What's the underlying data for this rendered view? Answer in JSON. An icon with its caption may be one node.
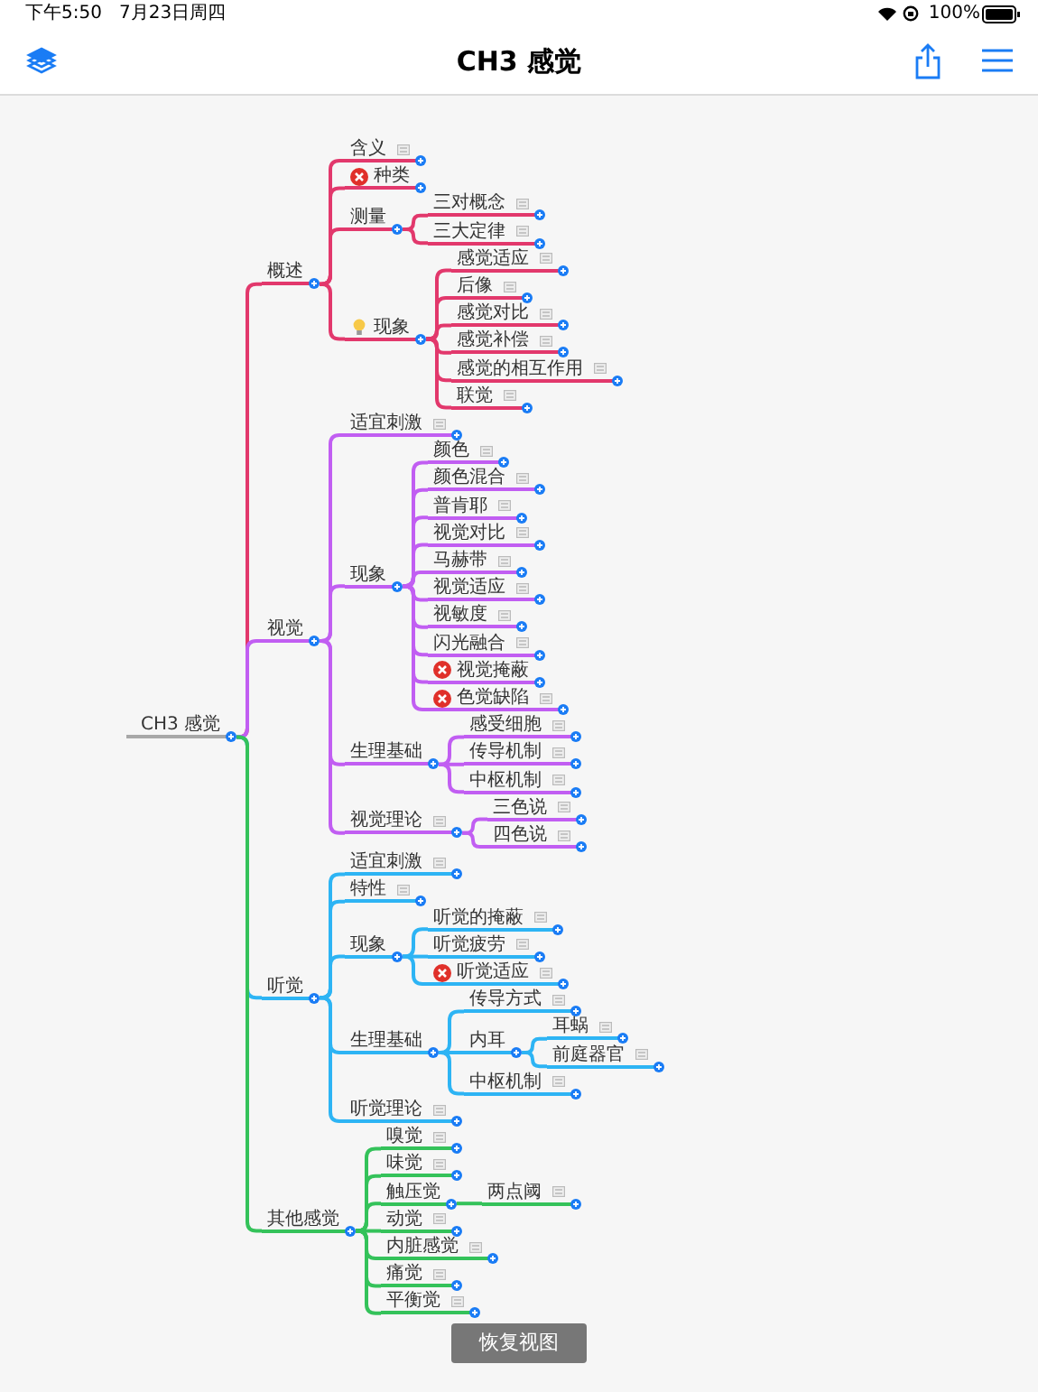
{
  "diagram": {
    "title": "CH3 感觉",
    "nodes": [
      {
        "text": [
          "CH3 感觉"
        ]
      },
      {
        "text": [
          "概述"
        ]
      },
      {
        "text": [
          "含义"
        ]
      },
      {
        "text": [
          "种类"
        ]
      },
      {
        "text": [
          "测量"
        ]
      },
      {
        "text": [
          "三对概念"
        ]
      },
      {
        "text": [
          "三大定律"
        ]
      },
      {
        "text": [
          "现象"
        ]
      },
      {
        "text": [
          "感觉适应"
        ]
      },
      {
        "text": [
          "后像"
        ]
      },
      {
        "text": [
          "感觉对比"
        ]
      },
      {
        "text": [
          "感觉补偿"
        ]
      },
      {
        "text": [
          "感觉的相互作用"
        ]
      },
      {
        "text": [
          "联觉"
        ]
      },
      {
        "text": [
          "视觉"
        ]
      },
      {
        "text": [
          "适宜刺激"
        ]
      },
      {
        "text": [
          "现象"
        ]
      },
      {
        "text": [
          "颜色"
        ]
      },
      {
        "text": [
          "颜色混合"
        ]
      },
      {
        "text": [
          "普肯耶"
        ]
      },
      {
        "text": [
          "视觉对比"
        ]
      },
      {
        "text": [
          "马赫带"
        ]
      },
      {
        "text": [
          "视觉适应"
        ]
      },
      {
        "text": [
          "视敏度"
        ]
      },
      {
        "text": [
          "闪光融合"
        ]
      },
      {
        "text": [
          "视觉掩蔽"
        ]
      },
      {
        "text": [
          "色觉缺陷"
        ]
      },
      {
        "text": [
          "生理基础"
        ]
      },
      {
        "text": [
          "感受细胞"
        ]
      },
      {
        "text": [
          "传导机制"
        ]
      },
      {
        "text": [
          "中枢机制"
        ]
      },
      {
        "text": [
          "视觉理论"
        ]
      },
      {
        "text": [
          "三色说"
        ]
      },
      {
        "text": [
          "四色说"
        ]
      },
      {
        "text": [
          "听觉"
        ]
      },
      {
        "text": [
          "适宜刺激"
        ]
      },
      {
        "text": [
          "特性"
        ]
      },
      {
        "text": [
          "现象"
        ]
      },
      {
        "text": [
          "听觉的掩蔽"
        ]
      },
      {
        "text": [
          "听觉疲劳"
        ]
      },
      {
        "text": [
          "听觉适应"
        ]
      },
      {
        "text": [
          "生理基础"
        ]
      },
      {
        "text": [
          "传导方式"
        ]
      },
      {
        "text": [
          "内耳"
        ]
      },
      {
        "text": [
          "耳蜗"
        ]
      },
      {
        "text": [
          "前庭器官"
        ]
      },
      {
        "text": [
          "中枢机制"
        ]
      },
      {
        "text": [
          "听觉理论"
        ]
      },
      {
        "text": [
          "其他感觉"
        ]
      },
      {
        "text": [
          "嗅觉"
        ]
      },
      {
        "text": [
          "味觉"
        ]
      },
      {
        "text": [
          "触压觉"
        ]
      },
      {
        "text": [
          "两点阈"
        ]
      },
      {
        "text": [
          "动觉"
        ]
      },
      {
        "text": [
          "内脏感觉"
        ]
      },
      {
        "text": [
          "痛觉"
        ]
      },
      {
        "text": [
          "平衡觉"
        ]
      }
    ],
    "edges": [
      {
        "from": 0,
        "to": 1,
        "arrow": "none",
        "color": "#e2386c"
      },
      {
        "from": 1,
        "to": 2,
        "arrow": "none",
        "color": "#e2386c"
      },
      {
        "from": 1,
        "to": 3,
        "arrow": "none",
        "color": "#e2386c"
      },
      {
        "from": 1,
        "to": 4,
        "arrow": "none",
        "color": "#e2386c"
      },
      {
        "from": 4,
        "to": 5,
        "arrow": "none",
        "color": "#e2386c"
      },
      {
        "from": 4,
        "to": 6,
        "arrow": "none",
        "color": "#e2386c"
      },
      {
        "from": 1,
        "to": 7,
        "arrow": "none",
        "color": "#e2386c"
      },
      {
        "from": 7,
        "to": 8,
        "arrow": "none",
        "color": "#e2386c"
      },
      {
        "from": 7,
        "to": 9,
        "arrow": "none",
        "color": "#e2386c"
      },
      {
        "from": 7,
        "to": 10,
        "arrow": "none",
        "color": "#e2386c"
      },
      {
        "from": 7,
        "to": 11,
        "arrow": "none",
        "color": "#e2386c"
      },
      {
        "from": 7,
        "to": 12,
        "arrow": "none",
        "color": "#e2386c"
      },
      {
        "from": 7,
        "to": 13,
        "arrow": "none",
        "color": "#e2386c"
      },
      {
        "from": 0,
        "to": 14,
        "arrow": "none",
        "color": "#c15ef2"
      },
      {
        "from": 14,
        "to": 15,
        "arrow": "none",
        "color": "#c15ef2"
      },
      {
        "from": 14,
        "to": 16,
        "arrow": "none",
        "color": "#c15ef2"
      },
      {
        "from": 16,
        "to": 17,
        "arrow": "none",
        "color": "#c15ef2"
      },
      {
        "from": 16,
        "to": 18,
        "arrow": "none",
        "color": "#c15ef2"
      },
      {
        "from": 16,
        "to": 19,
        "arrow": "none",
        "color": "#c15ef2"
      },
      {
        "from": 16,
        "to": 20,
        "arrow": "none",
        "color": "#c15ef2"
      },
      {
        "from": 16,
        "to": 21,
        "arrow": "none",
        "color": "#c15ef2"
      },
      {
        "from": 16,
        "to": 22,
        "arrow": "none",
        "color": "#c15ef2"
      },
      {
        "from": 16,
        "to": 23,
        "arrow": "none",
        "color": "#c15ef2"
      },
      {
        "from": 16,
        "to": 24,
        "arrow": "none",
        "color": "#c15ef2"
      },
      {
        "from": 16,
        "to": 25,
        "arrow": "none",
        "color": "#c15ef2"
      },
      {
        "from": 16,
        "to": 26,
        "arrow": "none",
        "color": "#c15ef2"
      },
      {
        "from": 14,
        "to": 27,
        "arrow": "none",
        "color": "#c15ef2"
      },
      {
        "from": 27,
        "to": 28,
        "arrow": "none",
        "color": "#c15ef2"
      },
      {
        "from": 27,
        "to": 29,
        "arrow": "none",
        "color": "#c15ef2"
      },
      {
        "from": 27,
        "to": 30,
        "arrow": "none",
        "color": "#c15ef2"
      },
      {
        "from": 14,
        "to": 31,
        "arrow": "none",
        "color": "#c15ef2"
      },
      {
        "from": 31,
        "to": 32,
        "arrow": "none",
        "color": "#c15ef2"
      },
      {
        "from": 31,
        "to": 33,
        "arrow": "none",
        "color": "#c15ef2"
      },
      {
        "from": 0,
        "to": 34,
        "arrow": "none",
        "color": "#2db4f4"
      },
      {
        "from": 34,
        "to": 35,
        "arrow": "none",
        "color": "#2db4f4"
      },
      {
        "from": 34,
        "to": 36,
        "arrow": "none",
        "color": "#2db4f4"
      },
      {
        "from": 34,
        "to": 37,
        "arrow": "none",
        "color": "#2db4f4"
      },
      {
        "from": 37,
        "to": 38,
        "arrow": "none",
        "color": "#2db4f4"
      },
      {
        "from": 37,
        "to": 39,
        "arrow": "none",
        "color": "#2db4f4"
      },
      {
        "from": 37,
        "to": 40,
        "arrow": "none",
        "color": "#2db4f4"
      },
      {
        "from": 34,
        "to": 41,
        "arrow": "none",
        "color": "#2db4f4"
      },
      {
        "from": 41,
        "to": 42,
        "arrow": "none",
        "color": "#2db4f4"
      },
      {
        "from": 41,
        "to": 43,
        "arrow": "none",
        "color": "#2db4f4"
      },
      {
        "from": 43,
        "to": 44,
        "arrow": "none",
        "color": "#2db4f4"
      },
      {
        "from": 43,
        "to": 45,
        "arrow": "none",
        "color": "#2db4f4"
      },
      {
        "from": 41,
        "to": 46,
        "arrow": "none",
        "color": "#2db4f4"
      },
      {
        "from": 34,
        "to": 47,
        "arrow": "none",
        "color": "#2db4f4"
      },
      {
        "from": 0,
        "to": 48,
        "arrow": "none",
        "color": "#34c25a"
      },
      {
        "from": 48,
        "to": 49,
        "arrow": "none",
        "color": "#34c25a"
      },
      {
        "from": 48,
        "to": 50,
        "arrow": "none",
        "color": "#34c25a"
      },
      {
        "from": 48,
        "to": 51,
        "arrow": "none",
        "color": "#34c25a"
      },
      {
        "from": 51,
        "to": 52,
        "arrow": "none",
        "color": "#34c25a"
      },
      {
        "from": 48,
        "to": 53,
        "arrow": "none",
        "color": "#34c25a"
      },
      {
        "from": 48,
        "to": 54,
        "arrow": "none",
        "color": "#34c25a"
      },
      {
        "from": 48,
        "to": 55,
        "arrow": "none",
        "color": "#34c25a"
      },
      {
        "from": 48,
        "to": 56,
        "arrow": "none",
        "color": "#34c25a"
      }
    ],
    "labels": [
      "下午5:50",
      "7月23日周四",
      "100%",
      "恢复视图"
    ]
  }
}
